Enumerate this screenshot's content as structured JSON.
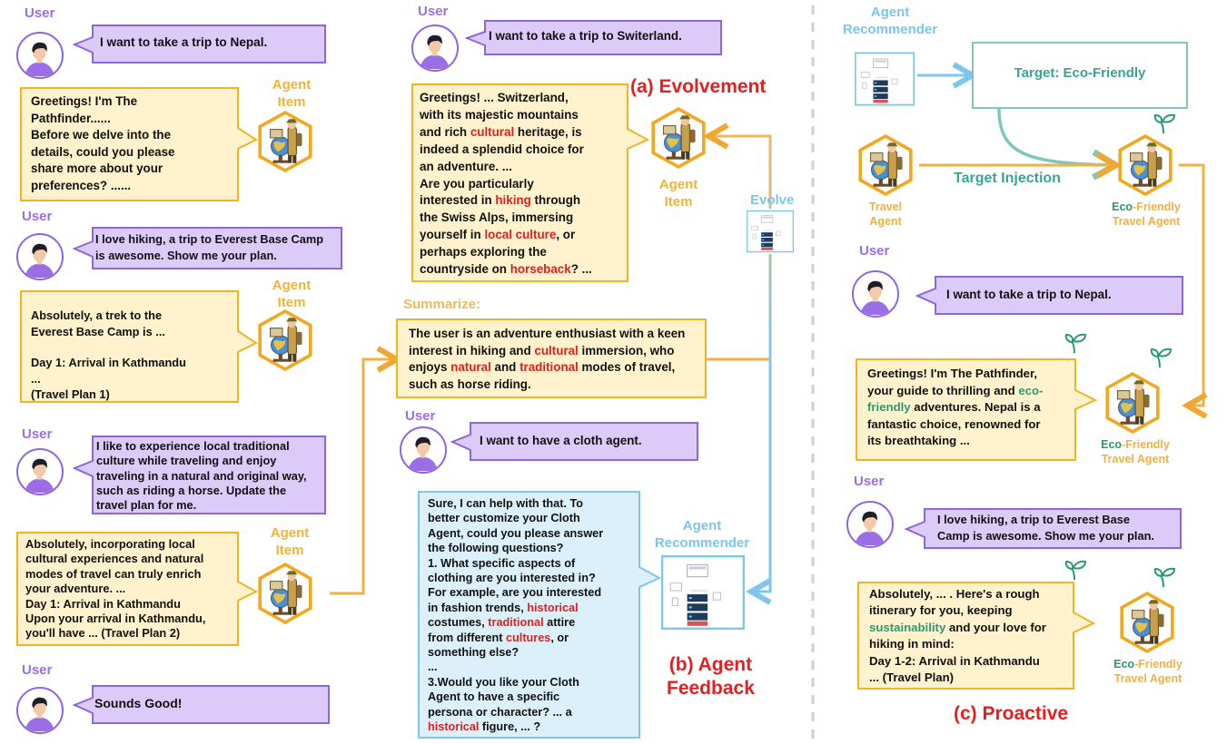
{
  "labels": {
    "user": "User",
    "agent": "Agent",
    "item": "Item",
    "agent_rec_1": "Agent",
    "agent_rec_2": "Recommender",
    "evolve": "Evolve",
    "summarize": "Summarize:",
    "target": "Target: Eco-Friendly",
    "target_injection": "Target Injection",
    "travel_agent_1": "Travel",
    "travel_agent_2": "Agent",
    "eco": "Eco",
    "friendly": "-Friendly",
    "travel_agent": "Travel Agent"
  },
  "captions": {
    "a": "(a) Evolvement",
    "b1": "(b) Agent",
    "b2": "Feedback",
    "c": "(c) Proactive"
  },
  "left": {
    "u1": "I want to take a trip to Nepal.",
    "a1": [
      "Greetings! I'm The",
      "Pathfinder......",
      "Before we delve into the",
      "details, could you please",
      "share more about your",
      "preferences? ......"
    ],
    "u2": [
      "I love hiking, a trip to Everest Base Camp",
      "is awesome. Show me your plan."
    ],
    "a2": [
      "Absolutely, a trek to the",
      "Everest Base Camp is ...",
      "",
      "Day 1: Arrival in Kathmandu",
      "...",
      "(Travel Plan 1)"
    ],
    "u3": [
      "I like to experience local traditional",
      "culture while traveling and enjoy",
      "traveling in a natural and original way,",
      "such as riding a horse. Update the",
      "travel plan for me."
    ],
    "a3": [
      "Absolutely, incorporating local",
      "cultural experiences and natural",
      "modes of travel can truly enrich",
      "your adventure. ...",
      "Day 1: Arrival in Kathmandu",
      "Upon your arrival in Kathmandu,",
      "you'll have ... (Travel Plan 2)"
    ],
    "u4": "Sounds Good!"
  },
  "middle": {
    "u1": "I want to take a trip to Switerland.",
    "a1": {
      "l1": "Greetings! ... Switzerland,",
      "l2": "with its majestic mountains",
      "l3a": "and rich ",
      "l3b": "cultural",
      "l3c": " heritage, is",
      "l4": "indeed a splendid choice for",
      "l5": "an adventure. ...",
      "l6": "Are you particularly",
      "l7a": "interested in ",
      "l7b": "hiking",
      "l7c": " through",
      "l8": "the Swiss Alps, immersing",
      "l9a": "yourself in ",
      "l9b": "local culture",
      "l9c": ", or",
      "l10": "perhaps exploring the",
      "l11a": "countryside on ",
      "l11b": "horseback",
      "l11c": "? ..."
    },
    "summary": {
      "l1": "The user is an adventure enthusiast with a keen",
      "l2a": "interest in hiking and ",
      "l2b": "cultural",
      "l2c": " immersion, who",
      "l3a": "enjoys ",
      "l3b": "natural",
      "l3c": " and ",
      "l3d": "traditional",
      "l3e": " modes of travel,",
      "l4": "such as horse riding."
    },
    "u2": "I want to have a cloth agent.",
    "rec": {
      "l1": "Sure, I can help with that. To",
      "l2": "better customize your Cloth",
      "l3": "Agent, could you please answer",
      "l4": "the following questions?",
      "l5": "1. What specific aspects of",
      "l6": "clothing are you interested in?",
      "l7": "For example, are you interested",
      "l8a": "in fashion trends, ",
      "l8b": "historical",
      "l9a": "costumes, ",
      "l9b": "traditional",
      "l9c": " attire",
      "l10a": "from different ",
      "l10b": "cultures",
      "l10c": ", or",
      "l11": "something else?",
      "l12": "...",
      "l13": "3.Would you like your Cloth",
      "l14": "Agent to have a specific",
      "l15": "persona or character? ... a",
      "l16a": "historical",
      "l16b": " figure, ... ?"
    }
  },
  "right": {
    "u1": "I want to take a trip to Nepal.",
    "a1": {
      "l1": "Greetings! I'm The Pathfinder,",
      "l2a": "your guide to thrilling and ",
      "l2b": "eco-",
      "l3a": "friendly",
      "l3b": " adventures. Nepal is a",
      "l4": "fantastic choice, renowned for",
      "l5": "its breathtaking ..."
    },
    "u2": [
      "I love hiking, a trip to Everest Base",
      "Camp is awesome. Show me your plan."
    ],
    "a2": {
      "l1": "Absolutely, ... . Here's a rough",
      "l2": "itinerary for you, keeping",
      "l3a": "sustainability",
      "l3b": " and your love for",
      "l4": "hiking in mind:",
      "l5": "Day 1-2: Arrival in Kathmandu",
      "l6": "... (Travel Plan)"
    }
  },
  "colors": {
    "purple": "#8d65de",
    "purple_fill": "#dccbf8",
    "orange": "#f2b320",
    "yellow_fill": "#fff2cc",
    "blue": "#7ec6ec",
    "teal": "#7fc7bd",
    "red": "#e0201e",
    "green": "#2a9a72"
  },
  "icons": [
    "user-avatar-icon",
    "agent-explorer-icon",
    "recommender-server-icon",
    "sprout-icon"
  ]
}
